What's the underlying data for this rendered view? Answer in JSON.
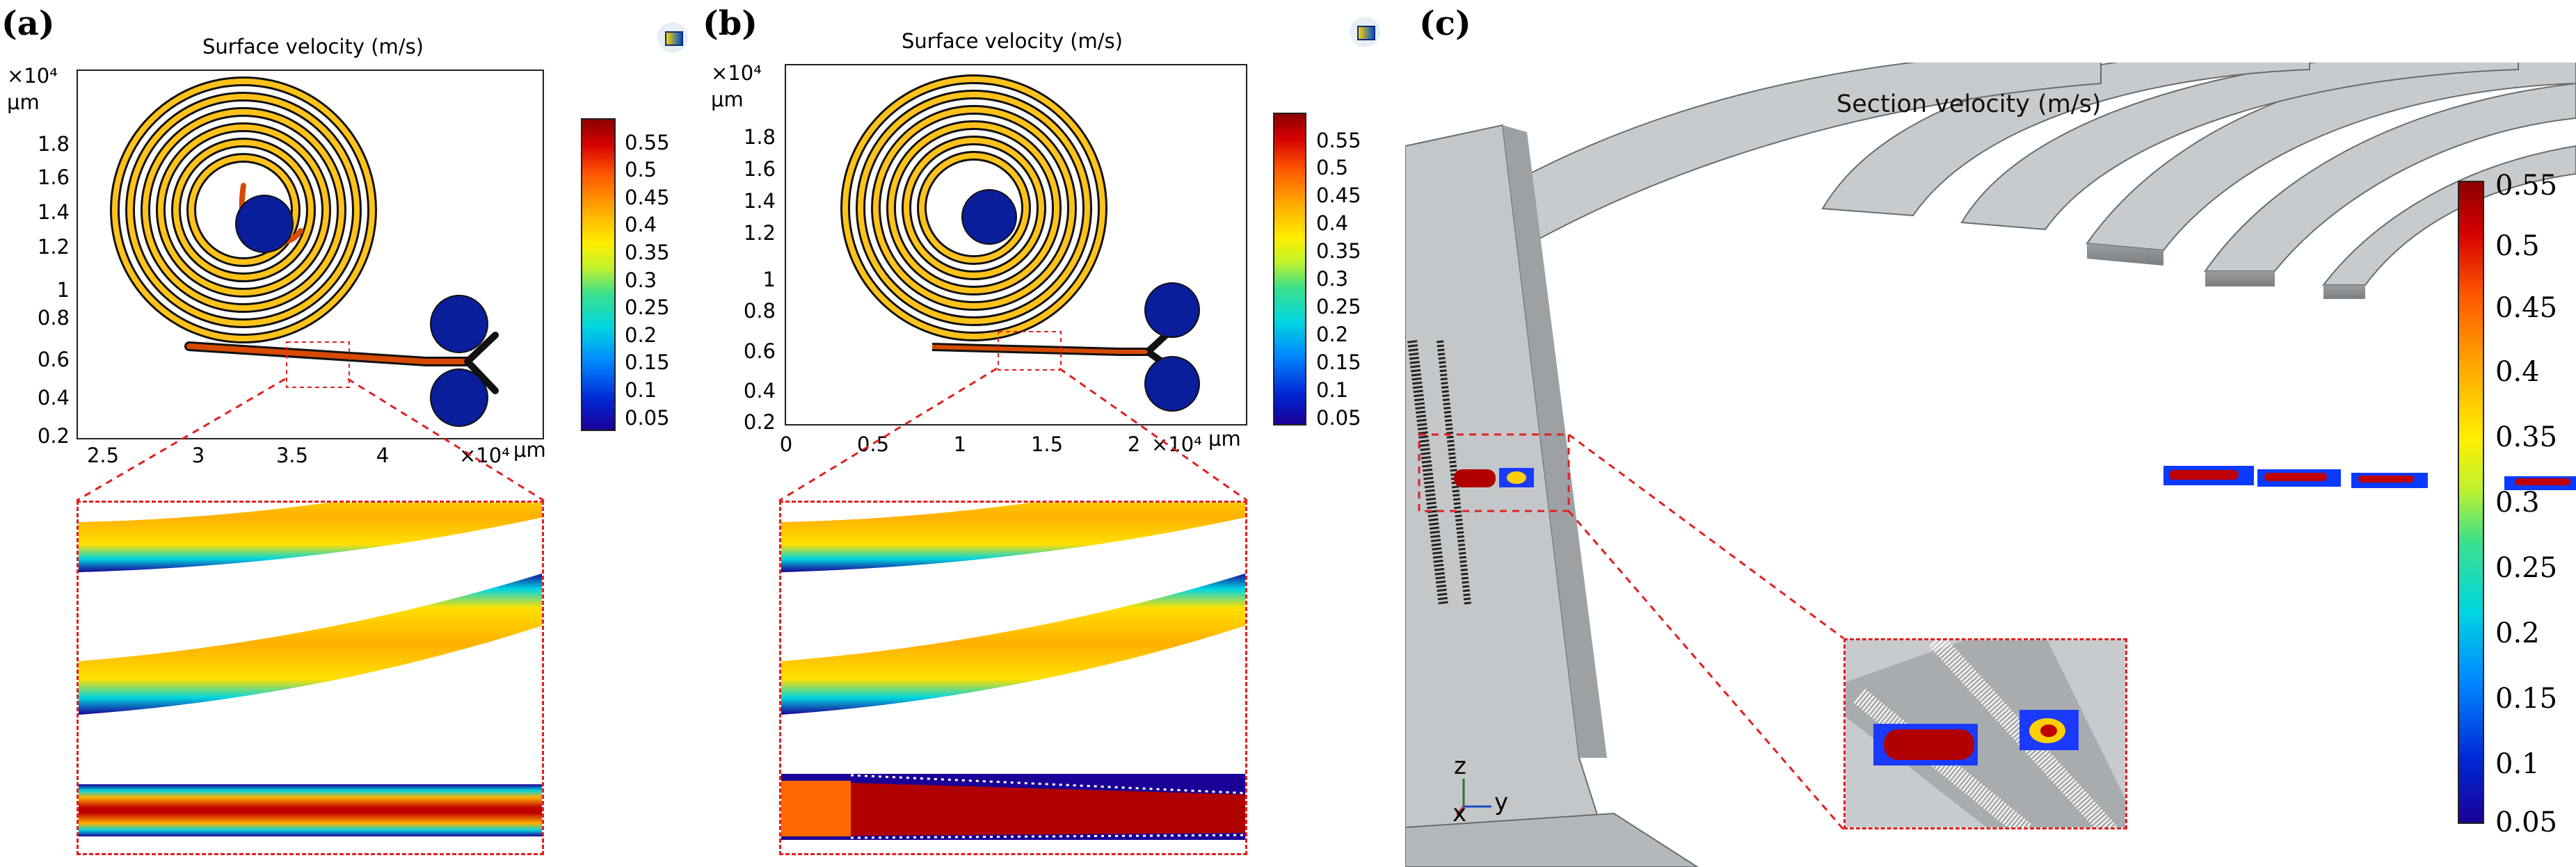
{
  "panels": {
    "a": {
      "label": "(a)",
      "title": "Surface velocity (m/s)",
      "y_exponent": "×10⁴",
      "y_unit": "μm",
      "y_ticks": [
        "1.8",
        "1.6",
        "1.4",
        "1.2",
        "1",
        "0.8",
        "0.6",
        "0.4",
        "0.2"
      ],
      "x_ticks": [
        "2.5",
        "3",
        "3.5",
        "4"
      ],
      "x_exponent": "×10⁴",
      "x_unit": "μm",
      "colorbar_ticks": [
        "0.55",
        "0.5",
        "0.45",
        "0.4",
        "0.35",
        "0.3",
        "0.25",
        "0.2",
        "0.15",
        "0.1",
        "0.05"
      ]
    },
    "b": {
      "label": "(b)",
      "title": "Surface velocity (m/s)",
      "y_exponent": "×10⁴",
      "y_unit": "μm",
      "y_ticks": [
        "1.8",
        "1.6",
        "1.4",
        "1.2",
        "1",
        "0.8",
        "0.6",
        "0.4",
        "0.2"
      ],
      "x_ticks": [
        "0",
        "0.5",
        "1",
        "1.5",
        "2"
      ],
      "x_exponent": "×10⁴",
      "x_unit": "μm",
      "colorbar_ticks": [
        "0.55",
        "0.5",
        "0.45",
        "0.4",
        "0.35",
        "0.3",
        "0.25",
        "0.2",
        "0.15",
        "0.1",
        "0.05"
      ]
    },
    "c": {
      "label": "(c)",
      "title": "Section velocity (m/s)",
      "colorbar_ticks": [
        "0.55",
        "0.5",
        "0.45",
        "0.4",
        "0.35",
        "0.3",
        "0.25",
        "0.2",
        "0.15",
        "0.1",
        "0.05"
      ],
      "axis_z": "z",
      "axis_y": "y",
      "axis_x": "x"
    }
  },
  "colors": {
    "high": "#8c0000",
    "mid": "#ffcc00",
    "low": "#1a0096",
    "zoom_box": "#e02020",
    "channel_gray": "#c8cbcd"
  },
  "icons": [
    "app-logo-icon"
  ]
}
